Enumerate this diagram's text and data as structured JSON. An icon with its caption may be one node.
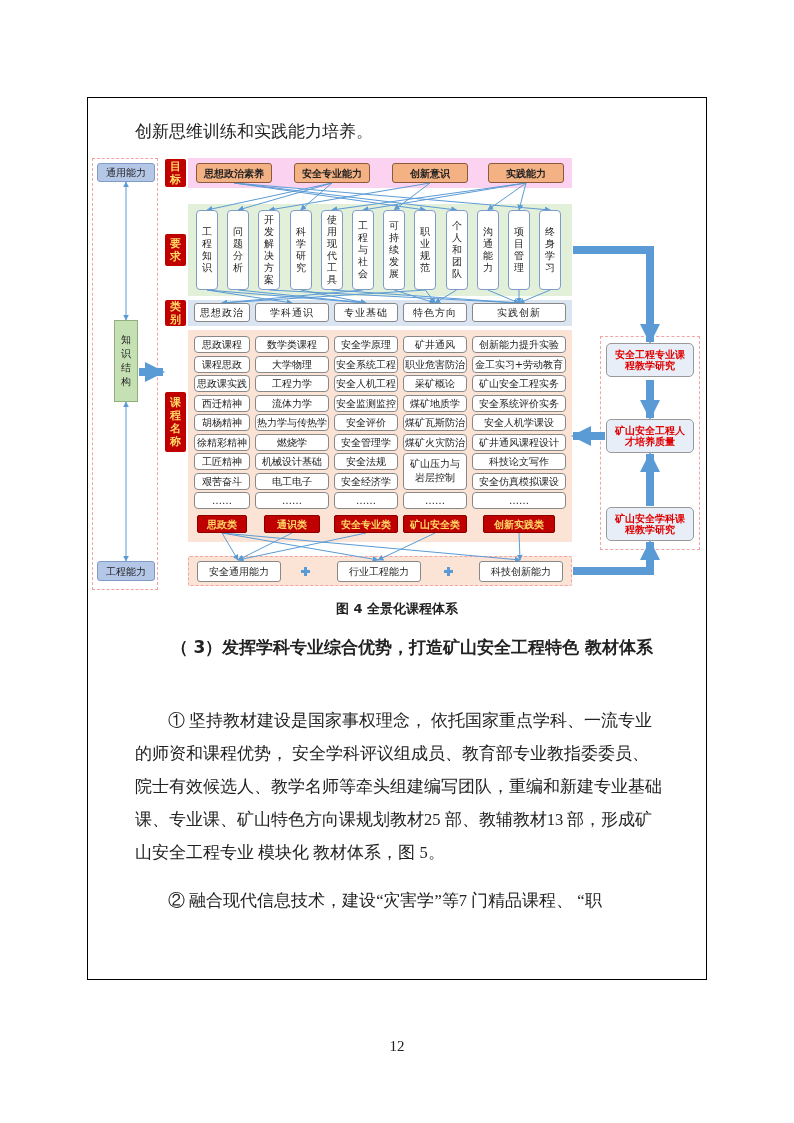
{
  "diagram": {
    "caption": "图 4 全景化课程体系",
    "nodes": [
      {
        "text": [
          "通用能力"
        ]
      },
      {
        "text": [
          "知识结构"
        ]
      },
      {
        "text": [
          "工程能力"
        ]
      },
      {
        "text": [
          "目标"
        ]
      },
      {
        "text": [
          "思想政治素养"
        ],
        "in": 3
      },
      {
        "text": [
          "安全专业能力"
        ],
        "in": 3
      },
      {
        "text": [
          "创新意识"
        ],
        "in": 3
      },
      {
        "text": [
          "实践能力"
        ],
        "in": 3
      },
      {
        "text": [
          "要求"
        ]
      },
      {
        "text": [
          "工程知识"
        ],
        "in": 8
      },
      {
        "text": [
          "问题分析"
        ],
        "in": 8
      },
      {
        "text": [
          "开发解决方案"
        ],
        "in": 8
      },
      {
        "text": [
          "科学研究"
        ],
        "in": 8
      },
      {
        "text": [
          "使用现代工具"
        ],
        "in": 8
      },
      {
        "text": [
          "工程与社会"
        ],
        "in": 8
      },
      {
        "text": [
          "可持续发展"
        ],
        "in": 8
      },
      {
        "text": [
          "职业规范"
        ],
        "in": 8
      },
      {
        "text": [
          "个人和团队"
        ],
        "in": 8
      },
      {
        "text": [
          "沟通能力"
        ],
        "in": 8
      },
      {
        "text": [
          "项目管理"
        ],
        "in": 8
      },
      {
        "text": [
          "终身学习"
        ],
        "in": 8
      },
      {
        "text": [
          "类别"
        ]
      },
      {
        "text": [
          "思想政治"
        ],
        "in": 21
      },
      {
        "text": [
          "学科通识"
        ],
        "in": 21
      },
      {
        "text": [
          "专业基础"
        ],
        "in": 21
      },
      {
        "text": [
          "特色方向"
        ],
        "in": 21
      },
      {
        "text": [
          "实践创新"
        ],
        "in": 21
      },
      {
        "text": [
          "课程名称"
        ]
      },
      {
        "text": [
          "思政课程"
        ],
        "in": 27
      },
      {
        "text": [
          "数学类课程"
        ],
        "in": 27
      },
      {
        "text": [
          "安全学原理"
        ],
        "in": 27
      },
      {
        "text": [
          "矿井通风"
        ],
        "in": 27
      },
      {
        "text": [
          "创新能力提升实验"
        ],
        "in": 27
      },
      {
        "text": [
          "课程思政"
        ],
        "in": 27
      },
      {
        "text": [
          "大学物理"
        ],
        "in": 27
      },
      {
        "text": [
          "安全系统工程"
        ],
        "in": 27
      },
      {
        "text": [
          "职业危害防治"
        ],
        "in": 27
      },
      {
        "text": [
          "金工实习+劳动教育"
        ],
        "in": 27
      },
      {
        "text": [
          "思政课实践"
        ],
        "in": 27
      },
      {
        "text": [
          "工程力学"
        ],
        "in": 27
      },
      {
        "text": [
          "安全人机工程"
        ],
        "in": 27
      },
      {
        "text": [
          "采矿概论"
        ],
        "in": 27
      },
      {
        "text": [
          "矿山安全工程实务"
        ],
        "in": 27
      },
      {
        "text": [
          "西迁精神"
        ],
        "in": 27
      },
      {
        "text": [
          "流体力学"
        ],
        "in": 27
      },
      {
        "text": [
          "安全监测监控"
        ],
        "in": 27
      },
      {
        "text": [
          "煤矿地质学"
        ],
        "in": 27
      },
      {
        "text": [
          "安全系统评价实务"
        ],
        "in": 27
      },
      {
        "text": [
          "胡杨精神"
        ],
        "in": 27
      },
      {
        "text": [
          "热力学与传热学"
        ],
        "in": 27
      },
      {
        "text": [
          "安全评价"
        ],
        "in": 27
      },
      {
        "text": [
          "煤矿瓦斯防治"
        ],
        "in": 27
      },
      {
        "text": [
          "安全人机学课设"
        ],
        "in": 27
      },
      {
        "text": [
          "徐精彩精神"
        ],
        "in": 27
      },
      {
        "text": [
          "燃烧学"
        ],
        "in": 27
      },
      {
        "text": [
          "安全管理学"
        ],
        "in": 27
      },
      {
        "text": [
          "煤矿火灾防治"
        ],
        "in": 27
      },
      {
        "text": [
          "矿井通风课程设计"
        ],
        "in": 27
      },
      {
        "text": [
          "工匠精神"
        ],
        "in": 27
      },
      {
        "text": [
          "机械设计基础"
        ],
        "in": 27
      },
      {
        "text": [
          "安全法规"
        ],
        "in": 27
      },
      {
        "text": [
          "矿山压力与岩层控制"
        ],
        "in": 27
      },
      {
        "text": [
          "科技论文写作"
        ],
        "in": 27
      },
      {
        "text": [
          "艰苦奋斗"
        ],
        "in": 27
      },
      {
        "text": [
          "电工电子"
        ],
        "in": 27
      },
      {
        "text": [
          "安全经济学"
        ],
        "in": 27
      },
      {
        "text": [
          "安全仿真模拟课设"
        ],
        "in": 27
      },
      {
        "text": [
          "……"
        ],
        "in": 27
      },
      {
        "text": [
          "……"
        ],
        "in": 27
      },
      {
        "text": [
          "……"
        ],
        "in": 27
      },
      {
        "text": [
          "……"
        ],
        "in": 27
      },
      {
        "text": [
          "……"
        ],
        "in": 27
      },
      {
        "text": [
          "思政类"
        ],
        "in": 27
      },
      {
        "text": [
          "通识类"
        ],
        "in": 27
      },
      {
        "text": [
          "安全专业类"
        ],
        "in": 27
      },
      {
        "text": [
          "矿山安全类"
        ],
        "in": 27
      },
      {
        "text": [
          "创新实践类"
        ],
        "in": 27
      },
      {
        "text": [],
        "shape": "box"
      },
      {
        "text": [
          "安全通用能力"
        ],
        "in": 77
      },
      {
        "text": [
          "行业工程能力"
        ],
        "in": 77
      },
      {
        "text": [
          "科技创新能力"
        ],
        "in": 77
      },
      {
        "text": [
          "安全工程专业课程教学研究"
        ]
      },
      {
        "text": [
          "矿山安全工程人才培养质量"
        ]
      },
      {
        "text": [
          "矿山安全学科课程教学研究"
        ]
      }
    ],
    "edges": [
      {
        "from": 4,
        "to": 17,
        "arrow": "to"
      },
      {
        "from": 4,
        "to": 16,
        "arrow": "to"
      },
      {
        "from": 4,
        "to": 20,
        "arrow": "to"
      },
      {
        "from": 5,
        "to": 9,
        "arrow": "to"
      },
      {
        "from": 5,
        "to": 10,
        "arrow": "to"
      },
      {
        "from": 5,
        "to": 12,
        "arrow": "to"
      },
      {
        "from": 6,
        "to": 11,
        "arrow": "to"
      },
      {
        "from": 6,
        "to": 15,
        "arrow": "to"
      },
      {
        "from": 7,
        "to": 13,
        "arrow": "to"
      },
      {
        "from": 7,
        "to": 14,
        "arrow": "to"
      },
      {
        "from": 7,
        "to": 18,
        "arrow": "to"
      },
      {
        "from": 7,
        "to": 19,
        "arrow": "to"
      },
      {
        "from": 16,
        "to": 22,
        "arrow": "to"
      },
      {
        "from": 14,
        "to": 22,
        "arrow": "to"
      },
      {
        "from": 9,
        "to": 23,
        "arrow": "to"
      },
      {
        "from": 10,
        "to": 24,
        "arrow": "to"
      },
      {
        "from": 12,
        "to": 24,
        "arrow": "to"
      },
      {
        "from": 9,
        "to": 24,
        "arrow": "to"
      },
      {
        "from": 15,
        "to": 25,
        "arrow": "to"
      },
      {
        "from": 16,
        "to": 25,
        "arrow": "to"
      },
      {
        "from": 17,
        "to": 25,
        "arrow": "to"
      },
      {
        "from": 11,
        "to": 26,
        "arrow": "to"
      },
      {
        "from": 13,
        "to": 26,
        "arrow": "to"
      },
      {
        "from": 18,
        "to": 26,
        "arrow": "to"
      },
      {
        "from": 19,
        "to": 26,
        "arrow": "to"
      },
      {
        "from": 20,
        "to": 26,
        "arrow": "to"
      },
      {
        "from": 1,
        "to": 0,
        "arrow": "both"
      },
      {
        "from": 1,
        "to": 2,
        "arrow": "both"
      },
      {
        "from": 1,
        "to": 27,
        "arrow": "to",
        "style": "thick"
      },
      {
        "from": 8,
        "to": 81,
        "arrow": "to",
        "style": "thick"
      },
      {
        "from": 81,
        "to": 82,
        "arrow": "to",
        "style": "thick"
      },
      {
        "from": 83,
        "to": 82,
        "arrow": "to",
        "style": "thick"
      },
      {
        "from": 82,
        "to": 27,
        "arrow": "to",
        "style": "thick"
      },
      {
        "from": 77,
        "to": 83,
        "arrow": "to",
        "style": "thick"
      },
      {
        "from": 72,
        "to": 78,
        "arrow": "to"
      },
      {
        "from": 72,
        "to": 79,
        "arrow": "to"
      },
      {
        "from": 72,
        "to": 80,
        "arrow": "to"
      },
      {
        "from": 73,
        "to": 78,
        "arrow": "to"
      },
      {
        "from": 74,
        "to": 78,
        "arrow": "to"
      },
      {
        "from": 75,
        "to": 79,
        "arrow": "to"
      },
      {
        "from": 76,
        "to": 80,
        "arrow": "to"
      }
    ],
    "labels": [
      "创新思维训练和实践能力培养。",
      "（ 3）发挥学科专业综合优势，打造矿山安全工程特色 教材体系",
      "① 坚持教材建设是国家事权理念， 依托国家重点学科、一流专业的师资和课程优势， 安全学科评议组成员、教育部专业教指委委员、院士有效候选人、教学名师等牵头组建编写团队，重编和新建专业基础课、专业课、矿山特色方向课规划教材25 部、教辅教材13 部，形成矿山安全工程专业 模块化 教材体系，图 5。",
      "② 融合现代信息技术，建设“灾害学”等7 门精品课程、 “职",
      "12"
    ]
  }
}
